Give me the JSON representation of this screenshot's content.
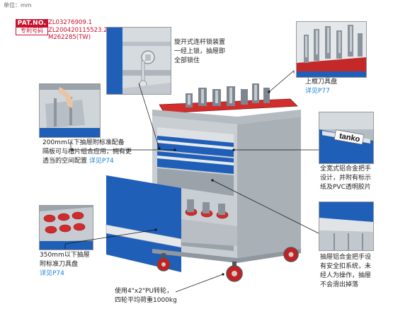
{
  "unit_label": "单位：mm",
  "patent": {
    "badge_top": "PAT.NO.",
    "badge_bottom": "专利号码",
    "numbers": [
      "ZL03276909.1",
      "ZL200420115523.2",
      "M262285(TW)"
    ]
  },
  "callouts": {
    "lock": {
      "lines": [
        "旋开式连杆锁装置",
        "一经上锁，抽屉即",
        "全部锁住"
      ]
    },
    "tool_tray_top": {
      "lines": [
        "上框刀具盘"
      ],
      "see": "详见P77"
    },
    "drawer_200": {
      "lines": [
        "200mm以下抽屉附标准配备",
        "隔板可与槽片组合应用，拥有更",
        "透当的空间配置"
      ],
      "see": "详见P74"
    },
    "handle": {
      "lines": [
        "全宽式铝合金把手",
        "设计，并附有标示",
        "纸及PVC透明胶片"
      ]
    },
    "drawer_350": {
      "lines": [
        "350mm以下抽屉",
        "附标准刀具盘"
      ],
      "see": "详见P74"
    },
    "safety_latch": {
      "lines": [
        "抽屉铝合金把手设",
        "有安全扣系统，未",
        "经人为操作，抽屉",
        "不会滑出掉落"
      ]
    },
    "casters": {
      "lines": [
        "使用4\"x2\"PU转轮，",
        "四轮平均荷重1000kg"
      ]
    }
  },
  "brand_label": "tanko",
  "colors": {
    "accent_blue": "#1f5fb8",
    "cabinet_grey": "#c9ced3",
    "tray_red": "#d42b2b",
    "link_blue": "#1a7fd6",
    "patent_red": "#c8102e"
  }
}
